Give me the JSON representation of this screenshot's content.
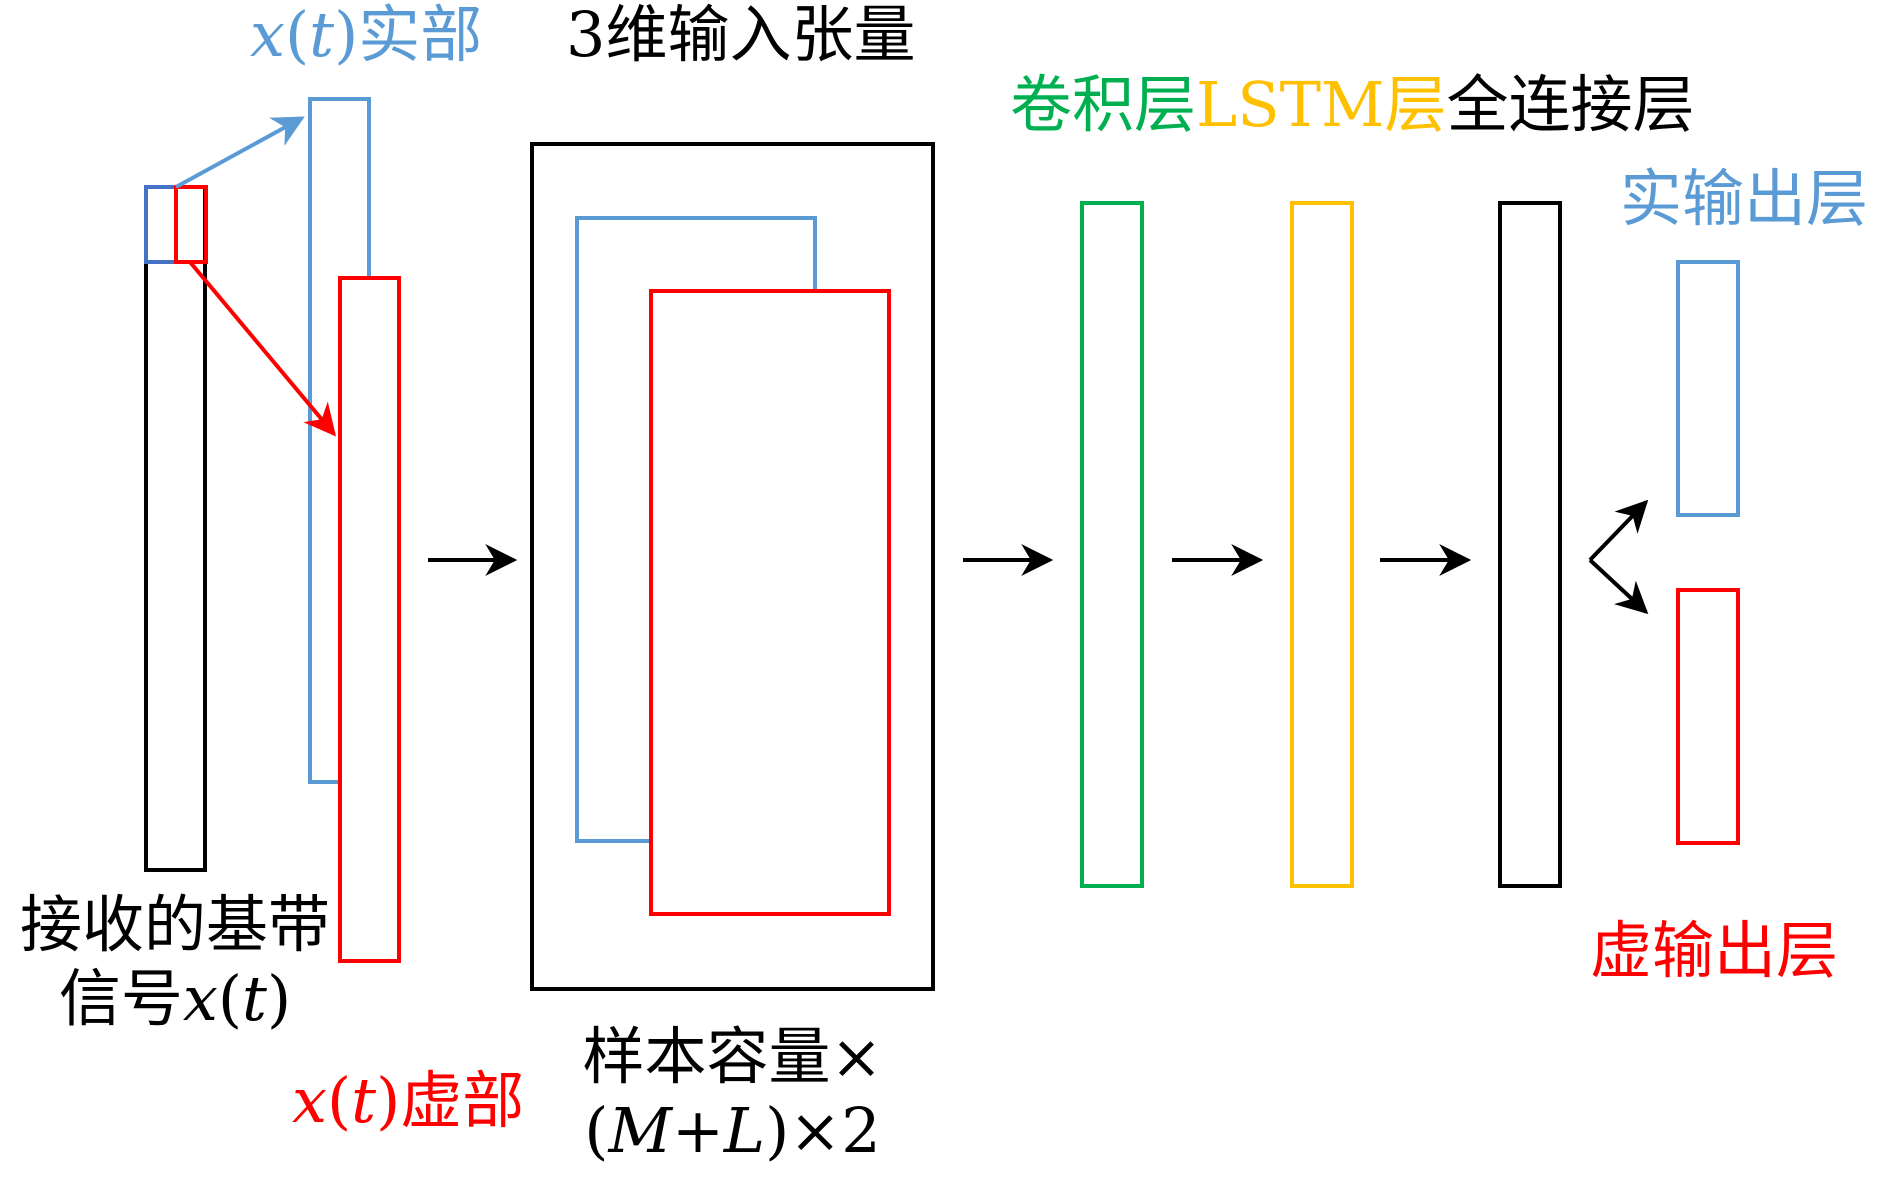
{
  "colors": {
    "black": "#000000",
    "blue": "#5b9bd5",
    "darkblue": "#4472c4",
    "red": "#ff0000",
    "green": "#00b050",
    "yellow": "#ffc000"
  },
  "labels": {
    "real_part_label": {
      "var": "x",
      "open": "(",
      "t": "t",
      "close": ")",
      "suffix": "实部"
    },
    "imag_part_label": {
      "var": "x",
      "open": "(",
      "t": "t",
      "close": ")",
      "suffix": "虚部"
    },
    "received_signal": {
      "line1": "接收的基带",
      "line2_prefix": "信号",
      "var": "x",
      "open": "(",
      "t": "t",
      "close": ")"
    },
    "tensor_title": "3维输入张量",
    "tensor_caption": {
      "line1": "样本容量×",
      "open": "(",
      "m": "M",
      "plus": "+",
      "l": "L",
      "close": ")",
      "tail": "×2"
    },
    "layer_titles": {
      "conv": "卷积层",
      "lstm": "LSTM层",
      "fc": "全连接层"
    },
    "real_output": "实输出层",
    "imag_output": "虚输出层"
  }
}
